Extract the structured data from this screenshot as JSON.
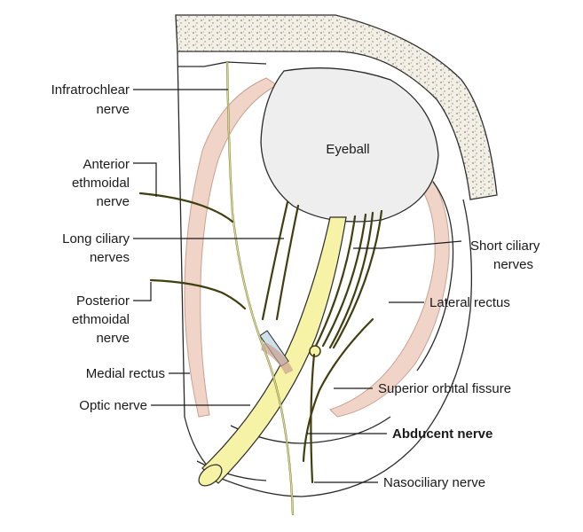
{
  "labels": {
    "eyeball": "Eyeball",
    "infratrochlear_1": "Infratrochlear",
    "infratrochlear_2": "nerve",
    "anterior_ethmoidal_1": "Anterior",
    "anterior_ethmoidal_2": "ethmoidal",
    "anterior_ethmoidal_3": "nerve",
    "long_ciliary_1": "Long ciliary",
    "long_ciliary_2": "nerves",
    "posterior_ethmoidal_1": "Posterior",
    "posterior_ethmoidal_2": "ethmoidal",
    "posterior_ethmoidal_3": "nerve",
    "medial_rectus": "Medial rectus",
    "optic_nerve": "Optic nerve",
    "short_ciliary_1": "Short ciliary",
    "short_ciliary_2": "nerves",
    "lateral_rectus": "Lateral rectus",
    "superior_orbital_fissure": "Superior orbital fissure",
    "abducent_nerve": "Abducent nerve",
    "nasociliary_nerve": "Nasociliary nerve"
  },
  "colors": {
    "bone": "#f2efe6",
    "bone_dots": "#8a8272",
    "eyeball": "#eeeeee",
    "optic_nerve": "#f7f3a6",
    "muscle": "#f0d4c8",
    "muscle_stroke": "#c9a090",
    "nerve_dark": "#3f3f10",
    "nerve_light": "#d8d88a",
    "ring": "#cfe0e8"
  }
}
